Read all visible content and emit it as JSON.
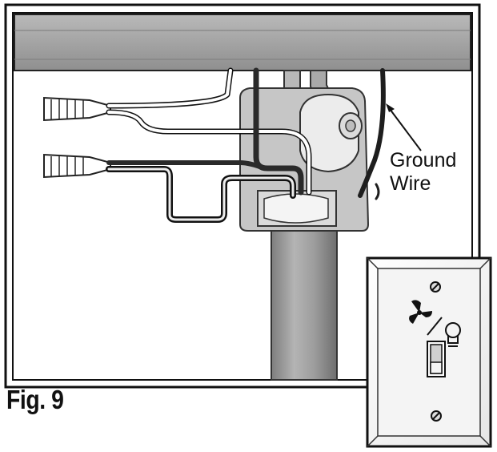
{
  "figure": {
    "label": "Fig. 9"
  },
  "callout": {
    "line1": "Ground",
    "line2": "Wire"
  },
  "colors": {
    "outline": "#111111",
    "ceiling": "#a7a7a7",
    "downrod": "#9a9a9a",
    "bracket": "#bdbdbd",
    "wire_black": "#2a2a2a",
    "wire_white": "#ffffff",
    "switch_plate": "#f2f2f2"
  },
  "icons": [
    "wire-nut-icon",
    "fan-icon",
    "light-bulb-icon",
    "toggle-switch-icon",
    "screw-icon"
  ]
}
